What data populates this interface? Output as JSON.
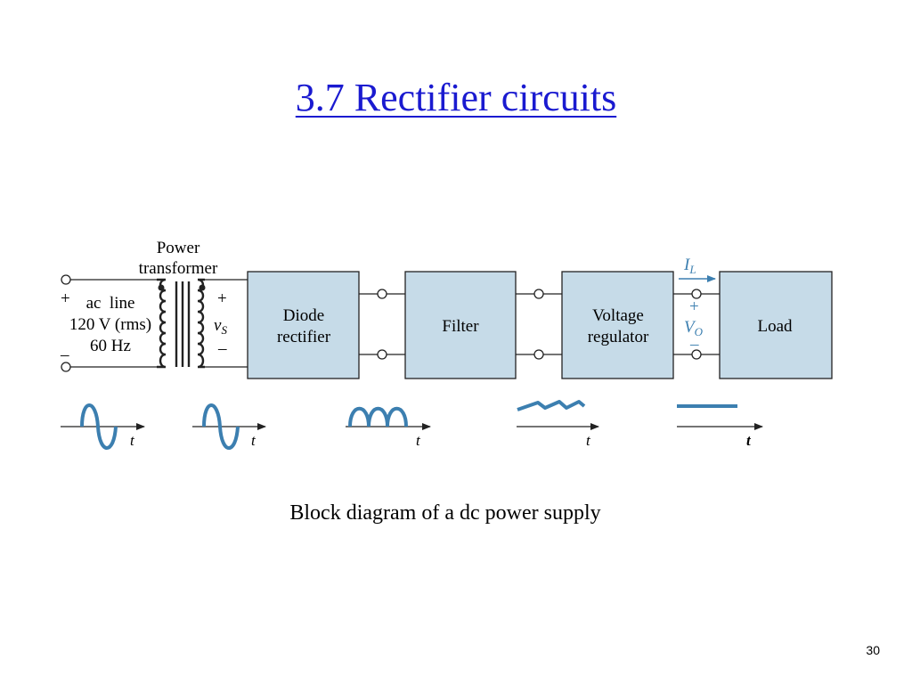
{
  "slide": {
    "title": "3.7 Rectifier circuits",
    "caption": "Block diagram of a dc power supply",
    "page_number": "30"
  },
  "diagram": {
    "transformer_label_1": "Power",
    "transformer_label_2": "transformer",
    "source_line_1": "ac  line",
    "source_line_2": "120 V (rms)",
    "source_line_3": "60 Hz",
    "source_plus": "+",
    "source_minus": "–",
    "secondary_plus": "+",
    "secondary_minus": "–",
    "secondary_var": "v",
    "secondary_sub": "S",
    "blocks": {
      "rectifier_1": "Diode",
      "rectifier_2": "rectifier",
      "filter": "Filter",
      "regulator_1": "Voltage",
      "regulator_2": "regulator",
      "load": "Load"
    },
    "current_var": "I",
    "current_sub": "L",
    "output_plus": "+",
    "output_var": "V",
    "output_sub": "O",
    "output_minus": "–",
    "time_labels": [
      "t",
      "t",
      "t",
      "t",
      "t"
    ]
  },
  "colors": {
    "title": "#1a1ad0",
    "block_fill": "#c6dbe8",
    "accent_blue": "#3c7fb0",
    "line": "#222222"
  }
}
